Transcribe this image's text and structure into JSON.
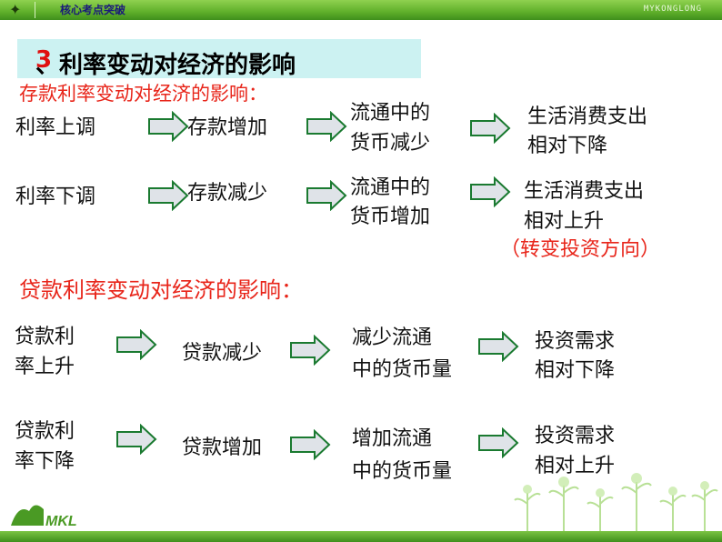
{
  "header": {
    "title": "核心考点突破",
    "brand": "MYKONGLONG"
  },
  "section_title_num": "3",
  "section_title": "、利率变动对经济的影响",
  "deposit": {
    "heading": "存款利率变动对经济的影响：",
    "row1": {
      "a": "利率上调",
      "b": "存款增加",
      "c1": "流通中的",
      "c2": "货币减少",
      "d1": "生活消费支出",
      "d2": "相对下降"
    },
    "row2": {
      "a": "利率下调",
      "b": "存款减少",
      "c1": "流通中的",
      "c2": "货币增加",
      "d1": "生活消费支出",
      "d2": "相对上升",
      "note": "（转变投资方向）"
    }
  },
  "loan": {
    "heading": "贷款利率变动对经济的影响：",
    "row1": {
      "a1": "贷款利",
      "a2": "率上升",
      "b": "贷款减少",
      "c1": "减少流通",
      "c2": "中的货币量",
      "d1": "投资需求",
      "d2": "相对下降"
    },
    "row2": {
      "a1": "贷款利",
      "a2": "率下降",
      "b": "贷款增加",
      "c1": "增加流通",
      "c2": "中的货币量",
      "d1": "投资需求",
      "d2": "相对上升"
    }
  },
  "logo_text": "MKL",
  "colors": {
    "topbar": "#5faf2a",
    "heading_bg": "#ccf2f2",
    "accent_red": "#e8251a",
    "arrow_fill": "#dfe3e8"
  }
}
